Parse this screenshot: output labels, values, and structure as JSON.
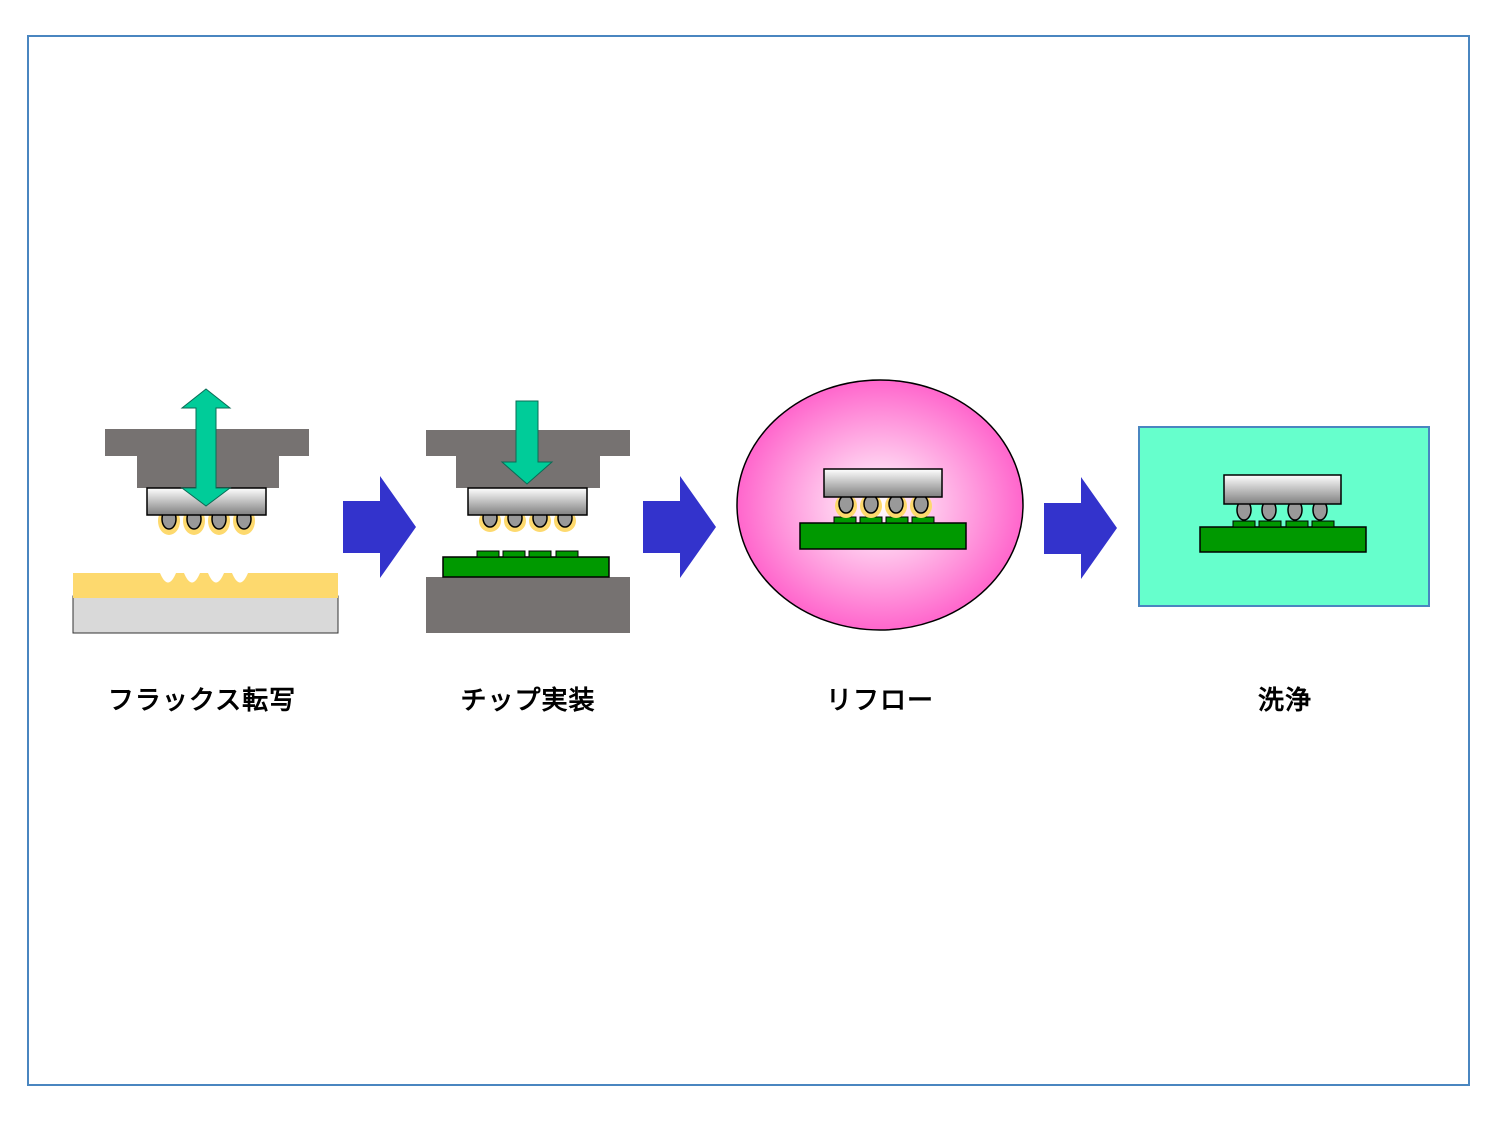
{
  "steps": [
    {
      "label": "フラックス転写"
    },
    {
      "label": "チップ実装"
    },
    {
      "label": "リフロー"
    },
    {
      "label": "洗浄"
    }
  ],
  "colors": {
    "border": "#4a86c0",
    "tool_gray": "#767271",
    "chip_gray": "#8c8c8c",
    "flux_yellow": "#fdd96e",
    "substrate_green": "#009900",
    "move_arrow": "#00cc99",
    "flow_arrow": "#3333cc",
    "reflow_pink": "#ff66cc",
    "wash_green": "#66ffcc"
  },
  "icons": [
    "double-vertical-arrow-icon",
    "down-arrow-icon",
    "flow-arrow-icon"
  ]
}
